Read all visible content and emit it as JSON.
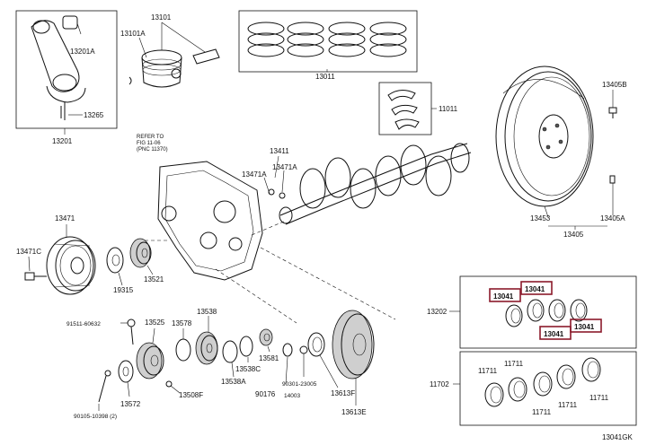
{
  "diagram": {
    "code": "13041GK",
    "reference_note": [
      "REFER TO",
      "FIG 11-06",
      "(PNC 11370)"
    ],
    "labels": {
      "p13101": "13101",
      "p13101a": "13101A",
      "p13201a": "13201A",
      "p13265": "13265",
      "p13201": "13201",
      "p13011": "13011",
      "p11011": "11011",
      "p13405b": "13405B",
      "p13411": "13411",
      "p13471a": "13471A",
      "p13471a2": "13471A",
      "p13453": "13453",
      "p13405a": "13405A",
      "p13405": "13405",
      "p13471": "13471",
      "p13471c": "13471C",
      "p19315": "19315",
      "p13521": "13521",
      "p91511": "91511-60632",
      "p13525": "13525",
      "p13578": "13578",
      "p13538": "13538",
      "p13538a": "13538A",
      "p13538c": "13538C",
      "p13581": "13581",
      "p13508f": "13508F",
      "p13572": "13572",
      "p90105": "90105-10398 (2)",
      "p90176": "90176",
      "p90301": "90301-23005",
      "p14003": "14003",
      "p13613f": "13613F",
      "p13613e": "13613E",
      "p13202": "13202",
      "p13041_a": "13041",
      "p13041_b": "13041",
      "p13041_c": "13041",
      "p13041_d": "13041",
      "p11702": "11702",
      "p11711_a": "11711",
      "p11711_b": "11711",
      "p11711_c": "11711",
      "p11711_d": "11711",
      "p11711_e": "11711"
    },
    "highlight_color": "#8b1a2b"
  }
}
